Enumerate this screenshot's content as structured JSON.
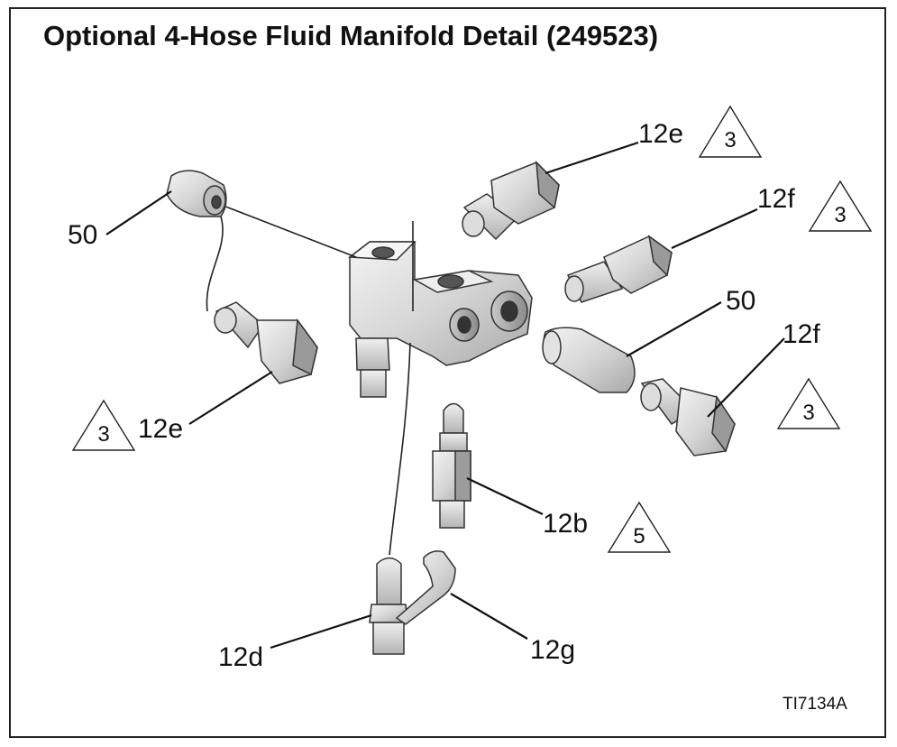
{
  "title": "Optional 4-Hose Fluid Manifold Detail (249523)",
  "figure_id": "TI7134A",
  "callouts": {
    "c50_left": "50",
    "c12e_top": "12e",
    "c12f_top": "12f",
    "c50_right": "50",
    "c12f_right": "12f",
    "c12e_left": "12e",
    "c12b": "12b",
    "c12d": "12d",
    "c12g": "12g"
  },
  "notes": {
    "n_12e_top": "3",
    "n_12f_top": "3",
    "n_12f_right": "3",
    "n_12e_left": "3",
    "n_12b": "5"
  }
}
